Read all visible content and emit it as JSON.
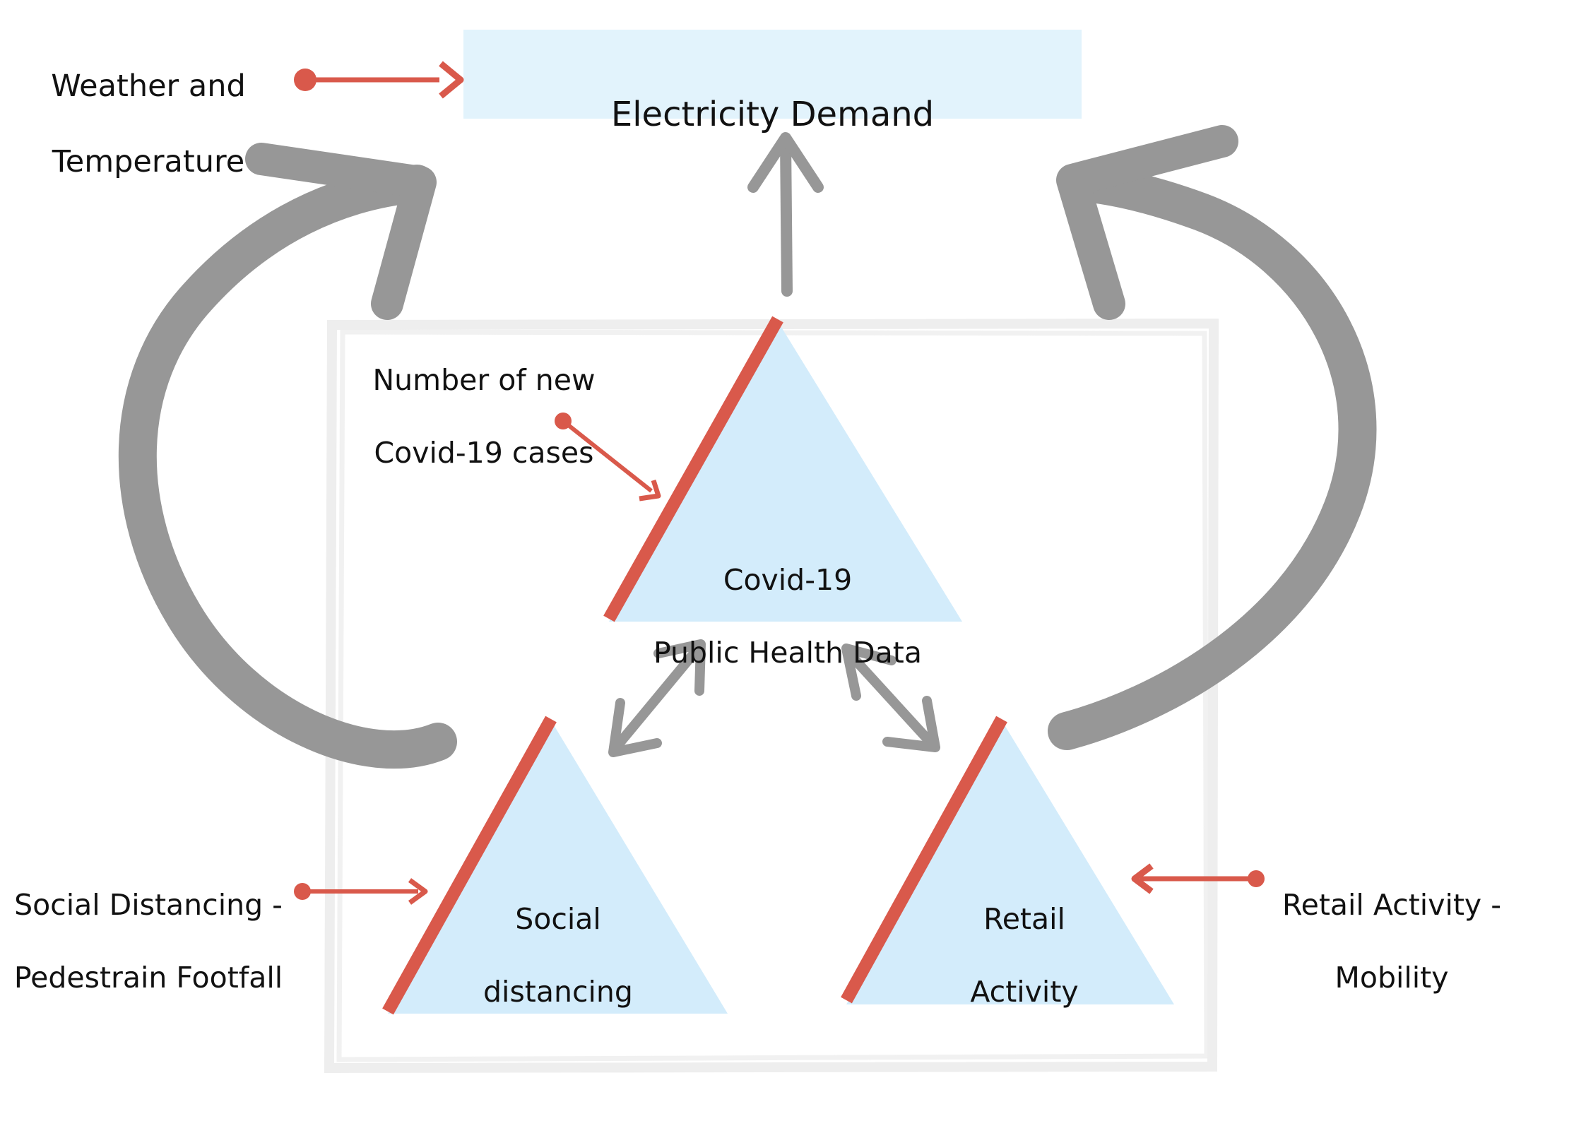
{
  "title": "Electricity Demand",
  "inputs": {
    "weather": {
      "line1": "Weather and",
      "line2": "Temperature"
    },
    "cases": {
      "line1": "Number of new",
      "line2": "Covid-19 cases"
    },
    "social_input": {
      "line1": "Social Distancing -",
      "line2": "Pedestrain Footfall"
    },
    "retail_input": {
      "line1": "Retail Activity -",
      "line2": "Mobility"
    }
  },
  "nodes": {
    "covid": {
      "line1": "Covid-19",
      "line2": "Public Health Data"
    },
    "social": {
      "line1": "Social",
      "line2": "distancing"
    },
    "retail": {
      "line1": "Retail",
      "line2": "Activity"
    }
  },
  "colors": {
    "title_box": "#e2f3fc",
    "triangle_fill": "#d3ecfb",
    "accent_red": "#d9594b",
    "arrow_gray": "#979797",
    "frame_gray": "#eeeeee"
  }
}
